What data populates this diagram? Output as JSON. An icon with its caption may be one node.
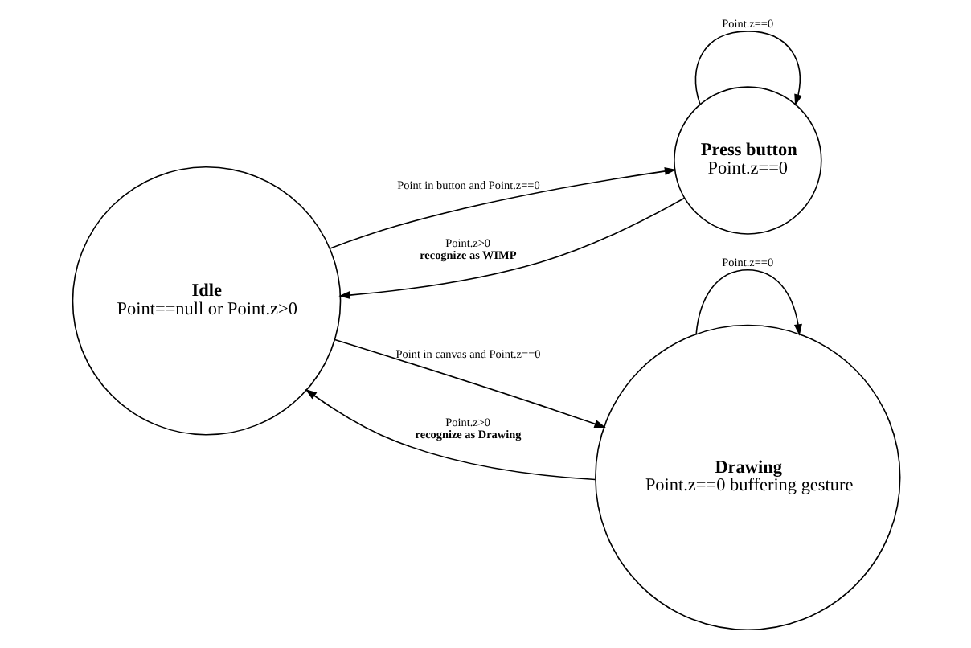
{
  "diagram": {
    "nodes": [
      {
        "text": [
          "Idle",
          "Point==null or Point.z>0"
        ]
      },
      {
        "text": [
          "Press button",
          "Point.z==0"
        ]
      },
      {
        "text": [
          "Drawing",
          "Point.z==0 buffering gesture"
        ]
      }
    ],
    "edges": [
      {
        "from": 0,
        "to": 1,
        "arrow": "to",
        "label": "Point in button and Point.z==0"
      },
      {
        "from": 1,
        "to": 0,
        "arrow": "to",
        "label": "Point.z>0 **recognize as WIMP**"
      },
      {
        "from": 0,
        "to": 2,
        "arrow": "to",
        "label": "Point in canvas and Point.z==0"
      },
      {
        "from": 2,
        "to": 0,
        "arrow": "to",
        "label": "Point.z>0 **recognize as Drawing**"
      },
      {
        "from": 1,
        "to": 1,
        "arrow": "to",
        "label": "Point.z==0"
      },
      {
        "from": 2,
        "to": 2,
        "arrow": "to",
        "label": "Point.z==0"
      }
    ]
  }
}
